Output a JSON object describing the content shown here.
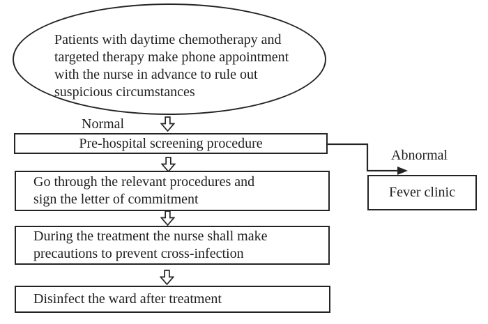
{
  "diagram": {
    "colors": {
      "ink": "#242424",
      "background": "#ffffff"
    },
    "ellipse": {
      "text": "Patients with daytime chemotherapy and\ntargeted therapy make phone appointment\nwith the nurse in advance to rule out\nsuspicious circumstances"
    },
    "branch_labels": {
      "normal": "Normal",
      "abnormal": "Abnormal"
    },
    "steps": [
      {
        "text": "Pre-hospital screening procedure"
      },
      {
        "text": "Go through the relevant procedures and\nsign the letter of commitment"
      },
      {
        "text": "During the treatment the nurse shall make\nprecautions to prevent cross-infection"
      },
      {
        "text": "Disinfect the ward after treatment"
      }
    ],
    "abnormal_box": {
      "text": "Fever clinic"
    }
  }
}
